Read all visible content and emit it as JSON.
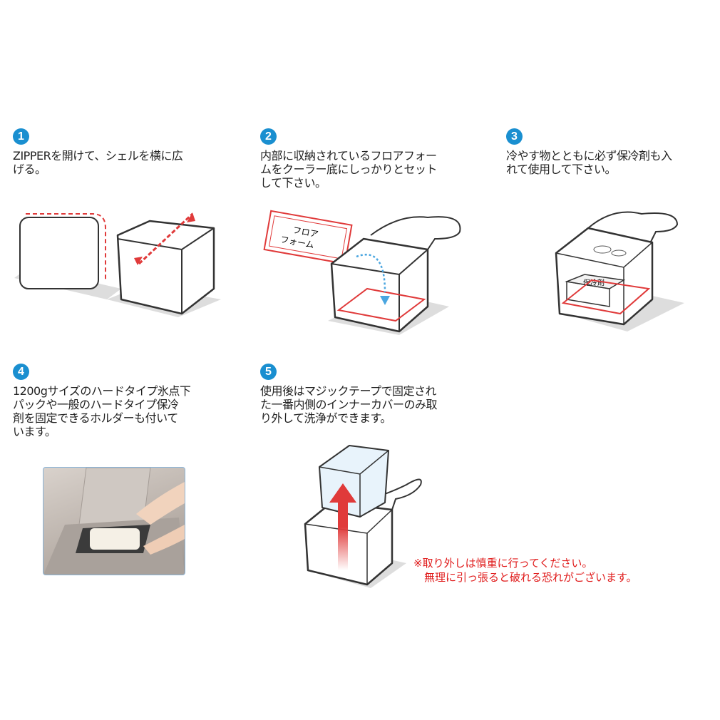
{
  "steps": [
    {
      "number": "1",
      "text": "ZIPPERを開けて、シェルを横に広\nげる。"
    },
    {
      "number": "2",
      "text": "内部に収納されているフロアフォー\nムをクーラー底にしっかりとセット\nして下さい。",
      "label": "フロア\nフォーム"
    },
    {
      "number": "3",
      "text": "冷やす物とともに必ず保冷剤も入\nれて使用して下さい。",
      "label": "保冷剤"
    },
    {
      "number": "4",
      "text": "1200gサイズのハードタイプ氷点下\nパックや一般のハードタイプ保冷\n剤を固定できるホルダーも付いて\nいます。"
    },
    {
      "number": "5",
      "text": "使用後はマジックテープで固定され\nた一番内側のインナーカバーのみ取\nり外して洗浄ができます。"
    }
  ],
  "warning": "※取り外しは慎重に行ってください。\n　無理に引っ張ると破れる恐れがございます。",
  "colors": {
    "accent": "#1a8fd0",
    "warning": "#e01b1b",
    "outline": "#333333"
  }
}
